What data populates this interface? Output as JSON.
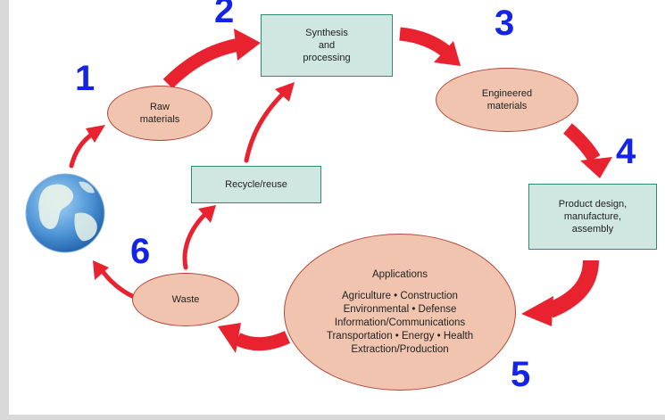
{
  "nodes": {
    "raw_materials": {
      "line1": "Raw",
      "line2": "materials"
    },
    "synthesis": {
      "line1": "Synthesis",
      "line2": "and",
      "line3": "processing"
    },
    "engineered": {
      "line1": "Engineered",
      "line2": "materials"
    },
    "product_design": {
      "line1": "Product design,",
      "line2": "manufacture,",
      "line3": "assembly"
    },
    "applications": {
      "title": "Applications",
      "lines": [
        "Agriculture • Construction",
        "Environmental • Defense",
        "Information/Communications",
        "Transportation • Energy • Health",
        "Extraction/Production"
      ]
    },
    "waste": {
      "label": "Waste"
    },
    "recycle": {
      "label": "Recycle/reuse"
    }
  },
  "step_numbers": [
    "1",
    "2",
    "3",
    "4",
    "5",
    "6"
  ],
  "colors": {
    "ellipse_fill": "#f0c4ae",
    "ellipse_border": "#b0483a",
    "box_fill": "#cfe7e0",
    "box_border": "#2f8a73",
    "arrow": "#e8232f",
    "number": "#1324e8"
  },
  "icons": {
    "earth": "earth-globe-icon"
  }
}
